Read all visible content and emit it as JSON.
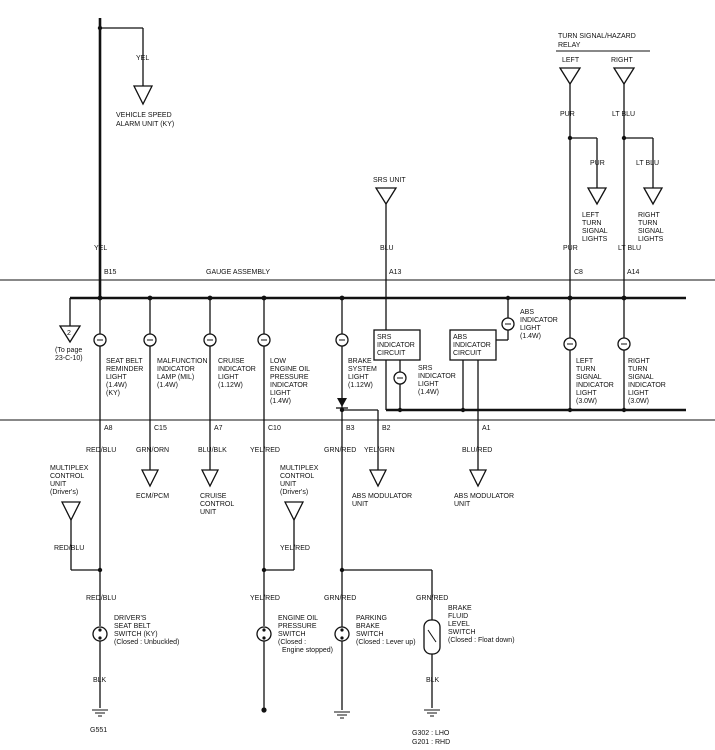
{
  "relay": {
    "title_line1": "TURN SIGNAL/HAZARD",
    "title_line2": "RELAY",
    "left": "LEFT",
    "right": "RIGHT"
  },
  "wire_colors": {
    "yel": "YEL",
    "pur": "PUR",
    "lt_blu": "LT BLU",
    "blu": "BLU",
    "red_blu": "RED/BLU",
    "grn_orn": "GRN/ORN",
    "blu_blk": "BLU/BLK",
    "yel_red": "YEL/RED",
    "grn_red": "GRN/RED",
    "yel_grn": "YEL/GRN",
    "blu_red": "BLU/RED",
    "blk": "BLK"
  },
  "vehicle_speed_alarm": {
    "line1": "VEHICLE SPEED",
    "line2": "ALARM UNIT (KY)"
  },
  "srs_unit": "SRS UNIT",
  "left_turn_lights": [
    "LEFT",
    "TURN",
    "SIGNAL",
    "LIGHTS"
  ],
  "right_turn_lights": [
    "RIGHT",
    "TURN",
    "SIGNAL",
    "LIGHTS"
  ],
  "gauge_assembly": "GAUGE ASSEMBLY",
  "connectors": {
    "b15": "B15",
    "a13": "A13",
    "c8": "C8",
    "a14": "A14",
    "a8": "A8",
    "c15": "C15",
    "a7": "A7",
    "c10": "C10",
    "b3": "B3",
    "b2": "B2",
    "a1": "A1"
  },
  "to_page": {
    "num": "2",
    "line1": "(To page",
    "line2": "23-C-10)"
  },
  "indicators": {
    "seat_belt": [
      "SEAT BELT",
      "REMINDER",
      "LIGHT",
      "(1.4W)",
      "(KY)"
    ],
    "mil": [
      "MALFUNCTION",
      "INDICATOR",
      "LAMP (MIL)",
      "(1.4W)"
    ],
    "cruise": [
      "CRUISE",
      "INDICATOR",
      "LIGHT",
      "(1.12W)"
    ],
    "oil": [
      "LOW",
      "ENGINE OIL",
      "PRESSURE",
      "INDICATOR",
      "LIGHT",
      "(1.4W)"
    ],
    "brake": [
      "BRAKE",
      "SYSTEM",
      "LIGHT",
      "(1.12W)"
    ],
    "srs_circuit": [
      "SRS",
      "INDICATOR",
      "CIRCUIT"
    ],
    "srs_light": [
      "SRS",
      "INDICATOR",
      "LIGHT",
      "(1.4W)"
    ],
    "abs_circuit": [
      "ABS",
      "INDICATOR",
      "CIRCUIT"
    ],
    "abs_light": [
      "ABS",
      "INDICATOR",
      "LIGHT",
      "(1.4W)"
    ],
    "left_turn": [
      "LEFT",
      "TURN",
      "SIGNAL",
      "INDICATOR",
      "LIGHT",
      "(3.0W)"
    ],
    "right_turn": [
      "RIGHT",
      "TURN",
      "SIGNAL",
      "INDICATOR",
      "LIGHT",
      "(3.0W)"
    ]
  },
  "multiplex_left": [
    "MULTIPLEX",
    "CONTROL",
    "UNIT",
    "(Driver's)"
  ],
  "multiplex_mid": [
    "MULTIPLEX",
    "CONTROL",
    "UNIT",
    "(Driver's)"
  ],
  "ecm_pcm": "ECM/PCM",
  "cruise_unit": [
    "CRUISE",
    "CONTROL",
    "UNIT"
  ],
  "abs_mod_1": [
    "ABS MODULATOR",
    "UNIT"
  ],
  "abs_mod_2": [
    "ABS MODULATOR",
    "UNIT"
  ],
  "switches": {
    "seat_belt": [
      "DRIVER'S",
      "SEAT BELT",
      "SWITCH (KY)",
      "(Closed : Unbuckled)"
    ],
    "oil": [
      "ENGINE OIL",
      "PRESSURE",
      "SWITCH",
      "(Closed :",
      "Engine stopped)"
    ],
    "parking": [
      "PARKING",
      "BRAKE",
      "SWITCH",
      "(Closed : Lever up)"
    ],
    "brake_fluid": [
      "BRAKE",
      "FLUID",
      "LEVEL",
      "SWITCH",
      "(Closed : Float down)"
    ]
  },
  "grounds": {
    "g551": "G551",
    "g302": "G302 : LHO",
    "g201": "G201 : RHD"
  }
}
